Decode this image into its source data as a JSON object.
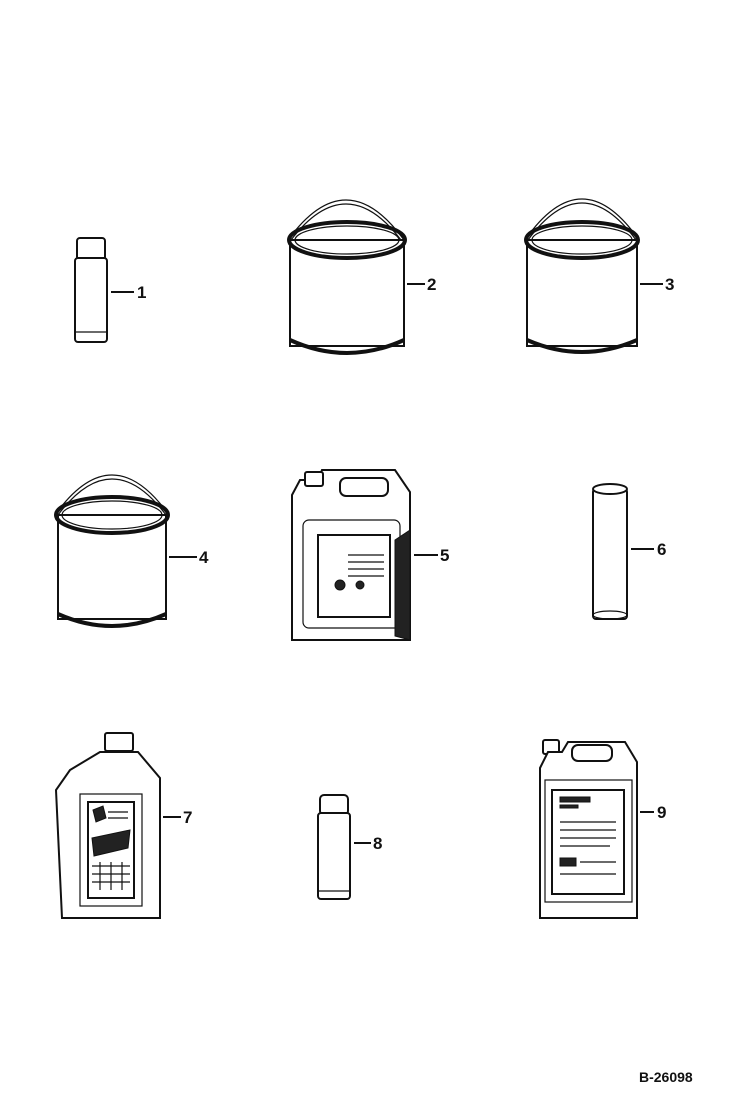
{
  "items": [
    {
      "number": "1",
      "icon": "spray-can-icon"
    },
    {
      "number": "2",
      "icon": "paint-pail-icon"
    },
    {
      "number": "3",
      "icon": "paint-pail-icon"
    },
    {
      "number": "4",
      "icon": "paint-pail-icon"
    },
    {
      "number": "5",
      "icon": "jug-container-icon"
    },
    {
      "number": "6",
      "icon": "grease-cartridge-icon"
    },
    {
      "number": "7",
      "icon": "oil-bottle-icon"
    },
    {
      "number": "8",
      "icon": "spray-can-icon"
    },
    {
      "number": "9",
      "icon": "jug-container-icon"
    }
  ],
  "drawing_ref": "B-26098"
}
